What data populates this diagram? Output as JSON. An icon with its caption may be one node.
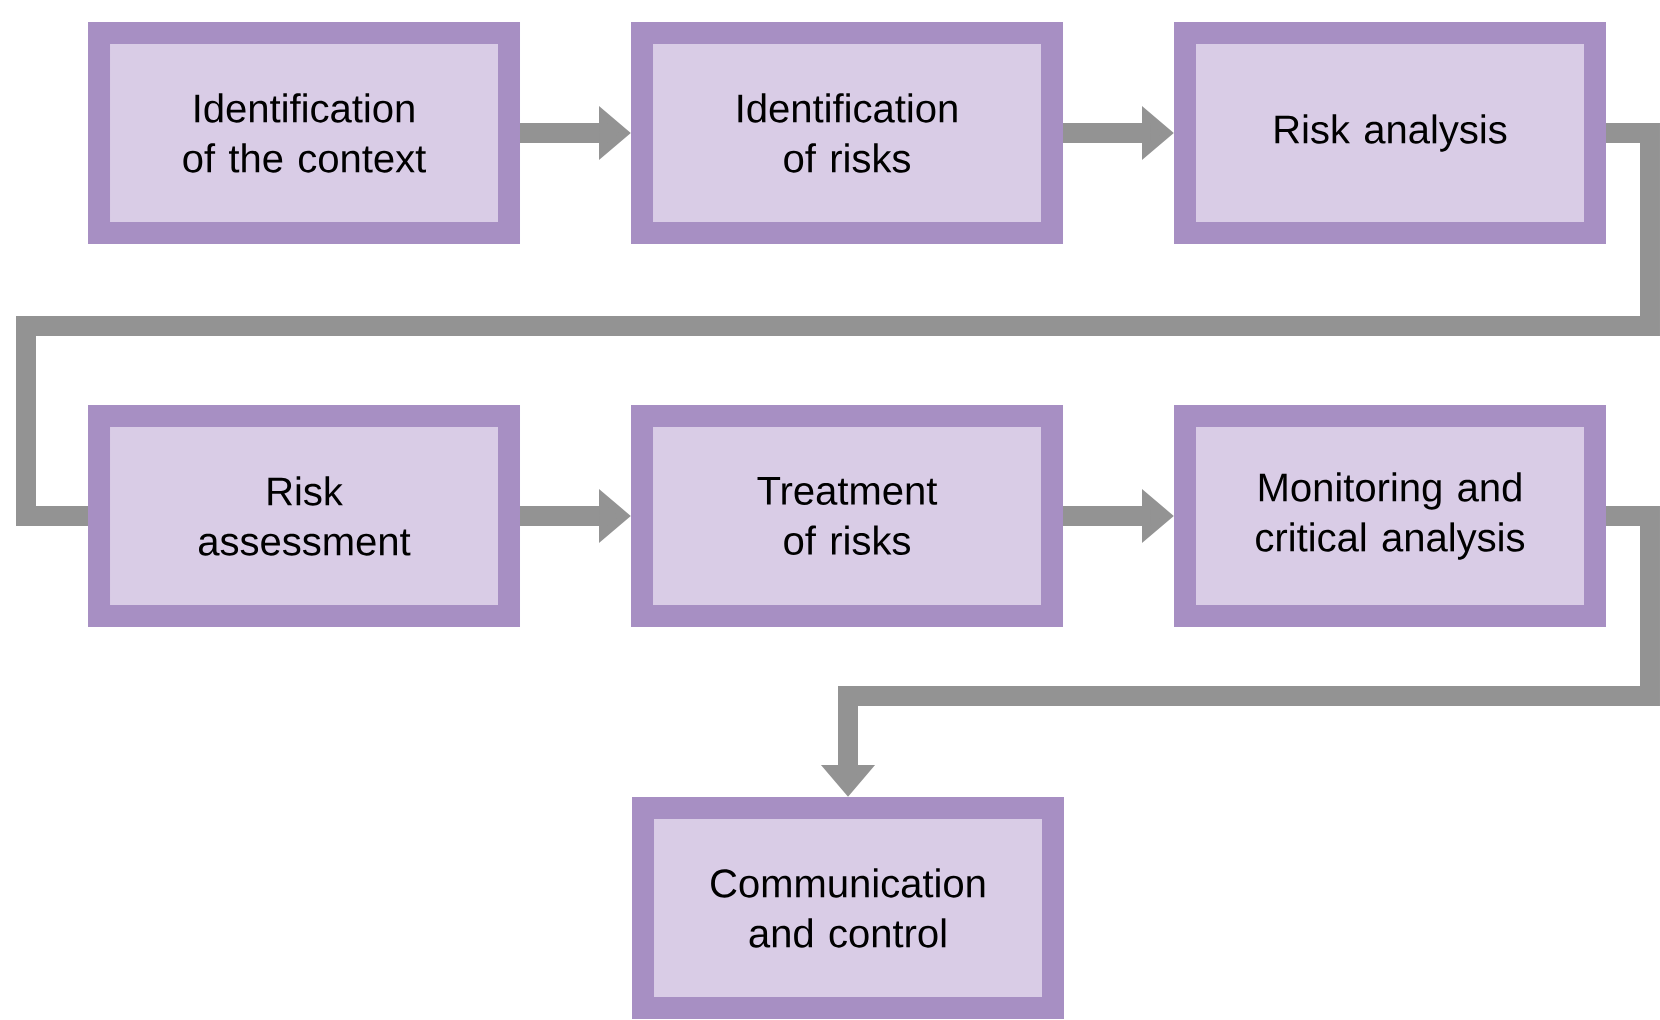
{
  "diagram": {
    "nodes": [
      {
        "text": [
          "Identification of the context"
        ]
      },
      {
        "text": [
          "Identification of risks"
        ]
      },
      {
        "text": [
          "Risk analysis"
        ]
      },
      {
        "text": [
          "Risk assessment"
        ]
      },
      {
        "text": [
          "Treatment of risks"
        ]
      },
      {
        "text": [
          "Monitoring and critical analysis"
        ]
      },
      {
        "text": [
          "Communication and control"
        ]
      }
    ],
    "edges": [
      {
        "from": 0,
        "to": 1,
        "arrow": "to"
      },
      {
        "from": 1,
        "to": 2,
        "arrow": "to"
      },
      {
        "from": 2,
        "to": 3,
        "arrow": "none"
      },
      {
        "from": 3,
        "to": 4,
        "arrow": "to"
      },
      {
        "from": 4,
        "to": 5,
        "arrow": "to"
      },
      {
        "from": 5,
        "to": 6,
        "arrow": "to"
      }
    ]
  }
}
